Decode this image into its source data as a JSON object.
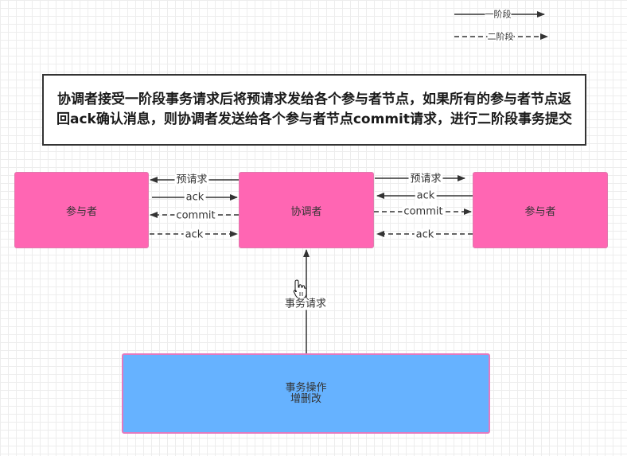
{
  "legend": {
    "phase_one": "一阶段",
    "phase_two": "二阶段"
  },
  "description": "协调者接受一阶段事务请求后将预请求发给各个参与者节点，如果所有的参与者节点返回ack确认消息，则协调者发送给各个参与者节点commit请求，进行二阶段事务提交",
  "nodes": {
    "participant_left": "参与者",
    "coordinator": "协调者",
    "participant_right": "参与者",
    "transaction_op_line1": "事务操作",
    "transaction_op_line2": "增删改"
  },
  "edges": {
    "pre_request_left": "预请求",
    "ack_left_1": "ack",
    "commit_left": "commit",
    "ack_left_2": "ack",
    "pre_request_right": "预请求",
    "ack_right_1": "ack",
    "commit_right": "commit",
    "ack_right_2": "ack",
    "transaction_request": "事务请求"
  },
  "colors": {
    "participant_fill": "#ff66b3",
    "transaction_fill": "#66b2ff",
    "line": "#333333"
  }
}
